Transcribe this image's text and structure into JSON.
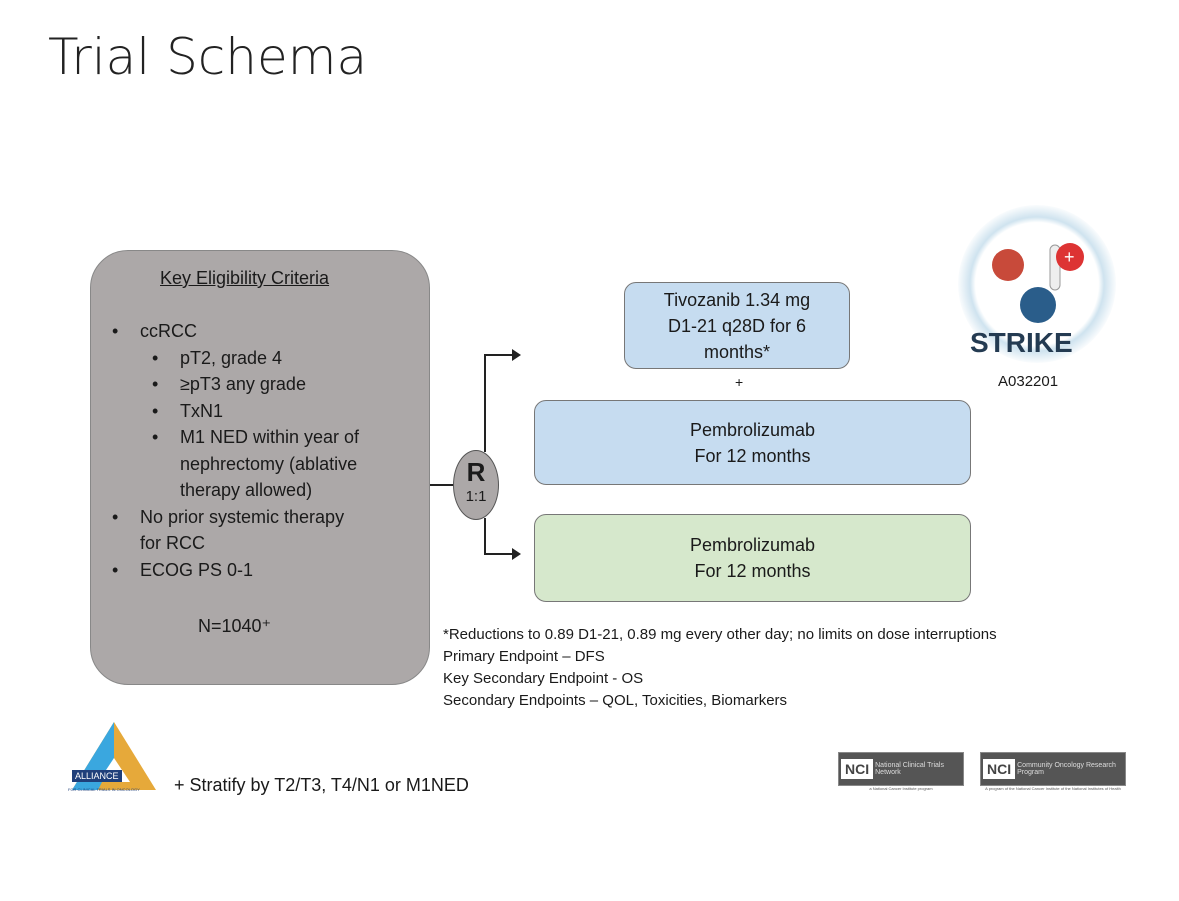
{
  "title": "Trial Schema",
  "eligibility": {
    "heading": "Key Eligibility Criteria",
    "items": [
      {
        "bullet": "•",
        "text": "ccRCC",
        "level": 1
      },
      {
        "bullet": "•",
        "text": "pT2, grade 4",
        "level": 2
      },
      {
        "bullet": "•",
        "text": "≥pT3 any grade",
        "level": 2
      },
      {
        "bullet": "•",
        "text": "TxN1",
        "level": 2
      },
      {
        "bullet": "•",
        "text": "M1 NED within year of",
        "level": 2
      },
      {
        "bullet": "",
        "text": "nephrectomy (ablative",
        "level": 2
      },
      {
        "bullet": "",
        "text": "therapy allowed)",
        "level": 2
      },
      {
        "bullet": "•",
        "text": "No prior systemic therapy",
        "level": 1
      },
      {
        "bullet": "",
        "text": "for RCC",
        "level": 1
      },
      {
        "bullet": "•",
        "text": "ECOG PS 0-1",
        "level": 1
      }
    ],
    "n": "N=1040⁺"
  },
  "randomization": {
    "label": "R",
    "ratio": "1:1"
  },
  "arms": {
    "tivozanib": [
      "Tivozanib 1.34 mg",
      "D1-21 q28D for 6",
      "months*"
    ],
    "plus": "+",
    "pembro_a": [
      "Pembrolizumab",
      "For 12 months"
    ],
    "pembro_b": [
      "Pembrolizumab",
      "For 12 months"
    ]
  },
  "logo": {
    "name": "STRIKE",
    "id": "A032201"
  },
  "footnotes": [
    "*Reductions to 0.89 D1-21, 0.89 mg every other day; no limits on dose interruptions",
    "Primary Endpoint – DFS",
    "Key Secondary Endpoint - OS",
    "Secondary Endpoints – QOL, Toxicities, Biomarkers"
  ],
  "stratify": "+ Stratify by T2/T3, T4/N1 or M1NED",
  "alliance": {
    "name": "ALLIANCE",
    "sub": "FOR CLINICAL TRIALS IN ONCOLOGY"
  },
  "nci_logos": [
    {
      "mark": "NCI",
      "text": "National Clinical Trials Network",
      "sub": "a National Cancer Institute program"
    },
    {
      "mark": "NCI",
      "text": "Community Oncology Research Program",
      "sub": "A program of the National Cancer Institute of the National Institutes of Health"
    }
  ],
  "colors": {
    "gray": "#aca8a8",
    "blue": "#c6dcf0",
    "green": "#d6e8cc"
  }
}
